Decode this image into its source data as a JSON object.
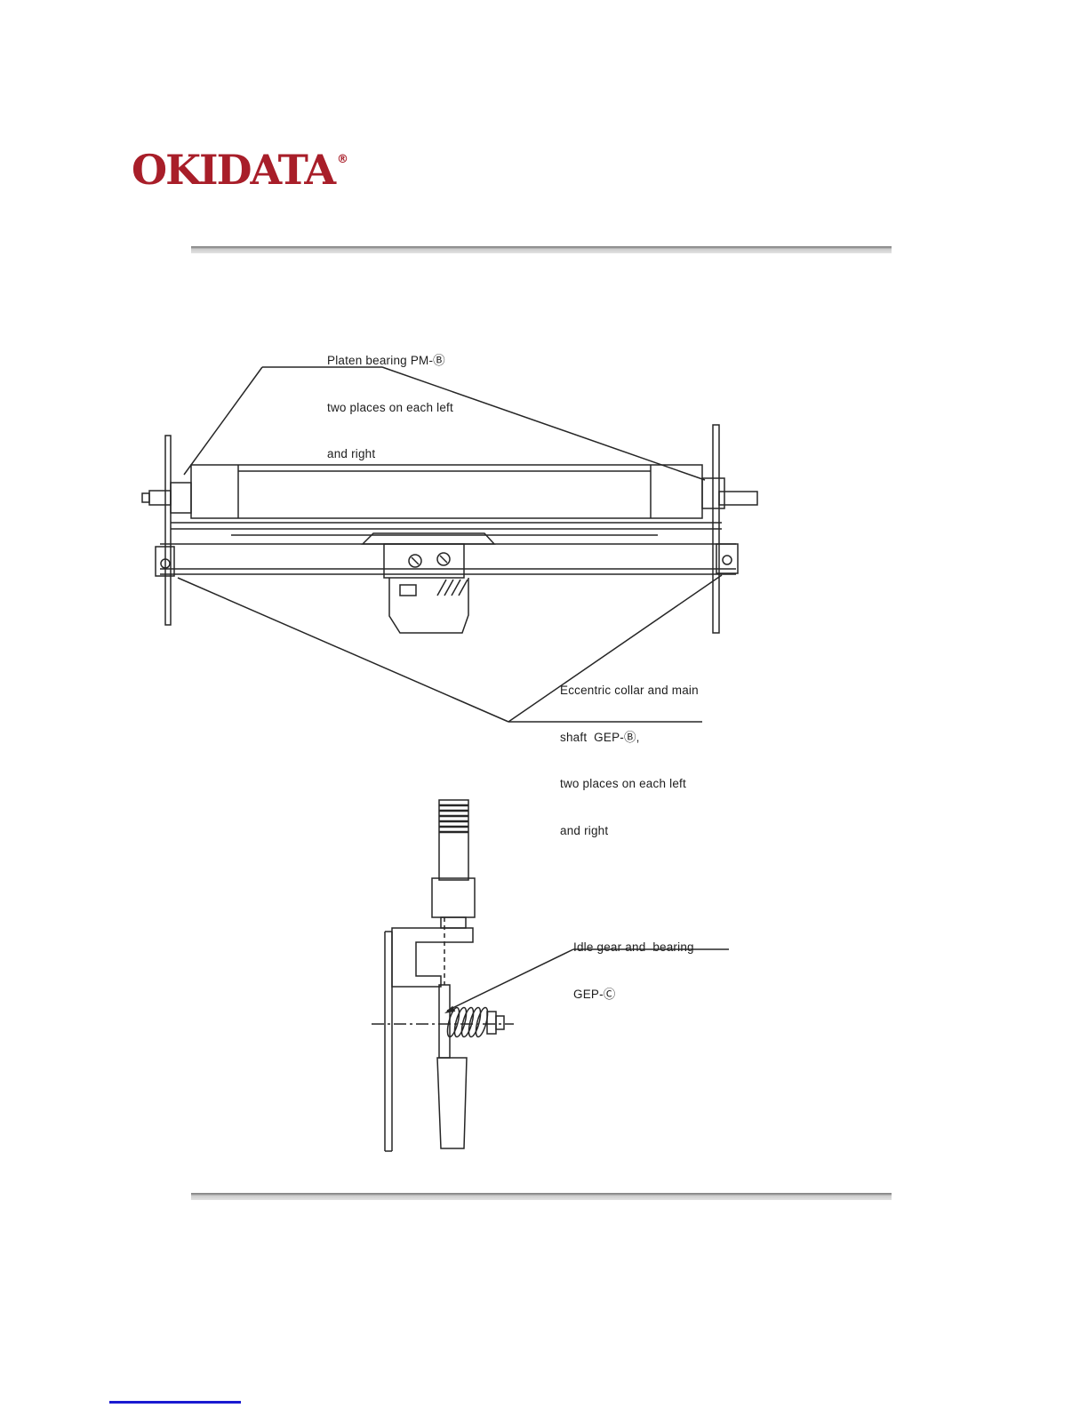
{
  "page": {
    "background": "#ffffff",
    "accent_red": "#a81e29",
    "link_blue": "#1b1bd1"
  },
  "logo": {
    "text": "OKIDATA",
    "registered": "®"
  },
  "platen_diagram": {
    "top_label": {
      "line1": "Platen bearing PM-Ⓑ",
      "line2": "two places on each left",
      "line3": "and right"
    },
    "bottom_label": {
      "line1": "Eccentric collar and main",
      "line2": "shaft  GEP-Ⓑ,",
      "line3": "two places on each left",
      "line4": "and right"
    }
  },
  "idle_gear_diagram": {
    "label": {
      "line1": "Idle gear and  bearing",
      "line2": "GEP-Ⓒ"
    }
  }
}
